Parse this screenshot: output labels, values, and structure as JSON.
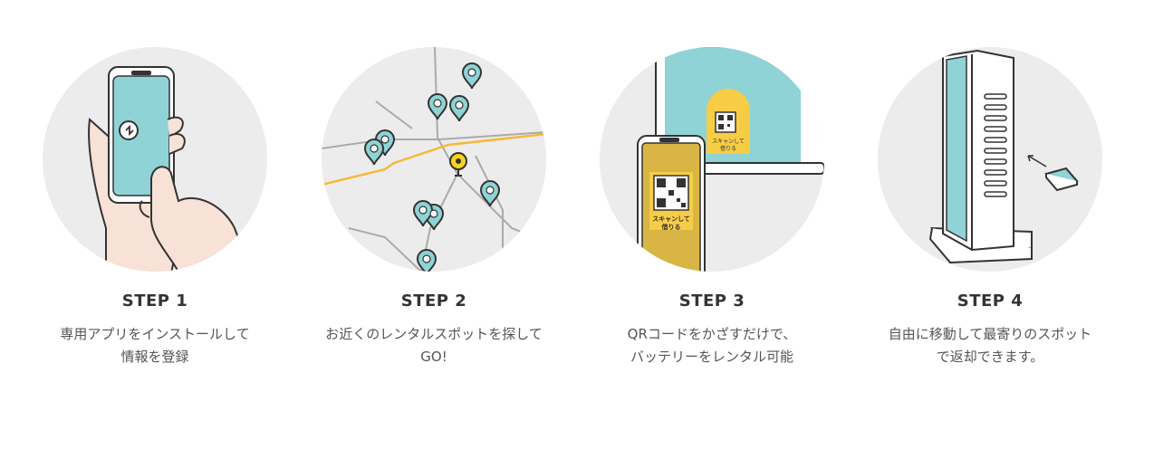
{
  "steps": [
    {
      "title": "STEP 1",
      "desc": "専用アプリをインストールして\n情報を登録",
      "icon": "phone-hand-icon"
    },
    {
      "title": "STEP 2",
      "desc": "お近くのレンタルスポットを探して\nGO!",
      "icon": "map-pins-icon"
    },
    {
      "title": "STEP 3",
      "desc": "QRコードをかざすだけで、\nバッテリーをレンタル可能",
      "icon": "qr-scan-icon"
    },
    {
      "title": "STEP 4",
      "desc": "自由に移動して最寄りのスポット\nで返却できます。",
      "icon": "return-station-icon"
    }
  ],
  "qr_labels": {
    "scan_small": "スキャンして\n借りる",
    "scan_large": "スキャンして\n借りる"
  },
  "colors": {
    "teal": "#8fd3d6",
    "yellow": "#f6cd45",
    "gold": "#d8b545",
    "circle_bg": "#ececec"
  }
}
